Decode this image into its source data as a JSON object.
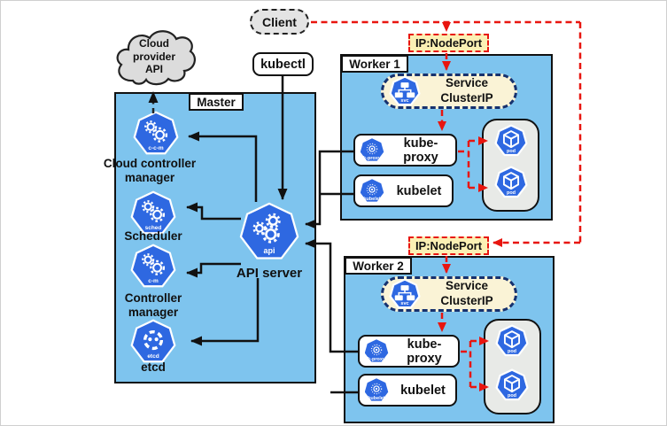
{
  "client": {
    "label": "Client"
  },
  "cloud_provider": {
    "label": "Cloud provider API"
  },
  "kubectl": {
    "label": "kubectl"
  },
  "master": {
    "title": "Master",
    "components": [
      {
        "label": "Cloud controller manager",
        "icon": "c-c-m"
      },
      {
        "label": "Scheduler",
        "icon": "sched"
      },
      {
        "label": "Controller manager",
        "icon": "c-m"
      },
      {
        "label": "etcd",
        "icon": "etcd"
      },
      {
        "label": "API server",
        "icon": "api"
      }
    ]
  },
  "workers": [
    {
      "title": "Worker 1",
      "nodeport": "IP:NodePort",
      "service": "Service ClusterIP",
      "service_icon": "svc",
      "kube_proxy": "kube-proxy",
      "kube_proxy_icon": "k-proxy",
      "kubelet": "kubelet",
      "kubelet_icon": "kubelet",
      "pod_icon": "pod"
    },
    {
      "title": "Worker 2",
      "nodeport": "IP:NodePort",
      "service": "Service ClusterIP",
      "service_icon": "svc",
      "kube_proxy": "kube-proxy",
      "kube_proxy_icon": "k-proxy",
      "kubelet": "kubelet",
      "kubelet_icon": "kubelet",
      "pod_icon": "pod"
    }
  ],
  "colors": {
    "node_fill": "#7EC4EE",
    "icon_blue": "#2E68E1",
    "nodeport_fill": "#FBF0B4",
    "service_fill": "#FAF3D6",
    "pod_group_fill": "#E8EAE7",
    "client_fill": "#E4E4E4",
    "cloud_fill": "#DCDCDC",
    "red_flow": "#E8150F",
    "black_line": "#111111"
  }
}
